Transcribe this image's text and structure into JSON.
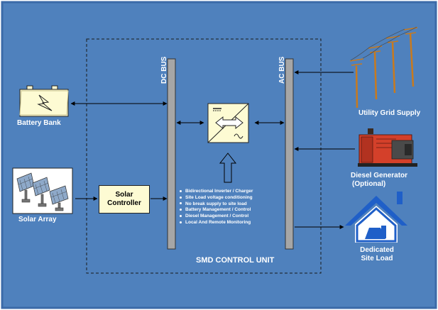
{
  "diagram": {
    "dc_bus_label": "DC BUS",
    "ac_bus_label": "AC BUS",
    "control_unit_label": "SMD CONTROL UNIT",
    "solar_controller_label": "Solar Controller",
    "battery_bank_label": "Battery Bank",
    "solar_array_label": "Solar Array",
    "utility_grid_label": "Utility Grid Supply",
    "diesel_generator_label": "Diesel Generator",
    "diesel_generator_sub": "(Optional)",
    "site_load_line1": "Dedicated",
    "site_load_line2": "Site Load",
    "features": [
      "Bidirectional Inverter / Charger",
      "Site Load voltage conditioning",
      "No break supply to site load",
      "Battery Management / Control",
      "Diesel Management / Control",
      "Local And Remote Monitoring"
    ]
  },
  "colors": {
    "background": "#4f81bd",
    "frame": "#3b6aa8",
    "bus_fill": "#a6a6a6",
    "controller_fill": "#fdfbd3",
    "inverter_fill": "#fdfbd3",
    "house": "#1f5fc8"
  },
  "icons": [
    "battery-icon",
    "solar-panel-icon",
    "utility-pole-icon",
    "generator-icon",
    "house-icon",
    "inverter-icon"
  ]
}
